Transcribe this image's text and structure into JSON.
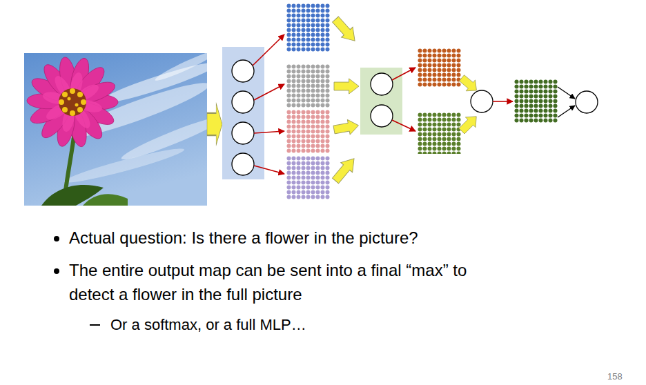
{
  "diagram": {
    "labels": [
      "Actual question: Is there a flower in the picture?",
      "The entire output map can be sent into a final “max” to detect a flower in the full picture",
      "Or a softmax, or a full MLP…",
      "158"
    ]
  }
}
